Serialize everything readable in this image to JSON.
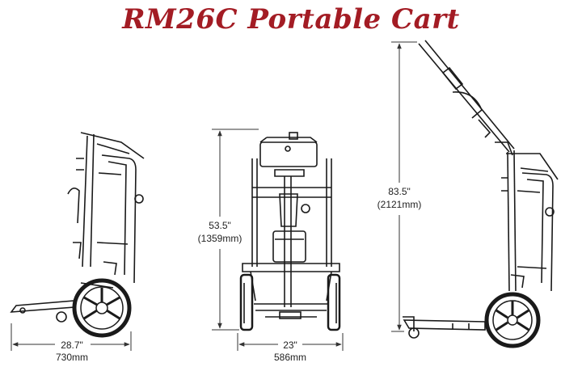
{
  "title": "RM26C Portable Cart",
  "colors": {
    "title": "#a31c24",
    "line": "#1a1a1a",
    "dim": "#333333"
  },
  "dimensions": {
    "folded_length": {
      "inches": "28.7\"",
      "mm": "730mm"
    },
    "front_width": {
      "inches": "23\"",
      "mm": "586mm"
    },
    "front_height": {
      "inches": "53.5\"",
      "mm": "(1359mm)"
    },
    "extended_height": {
      "inches": "83.5\"",
      "mm": "(2121mm)"
    }
  }
}
